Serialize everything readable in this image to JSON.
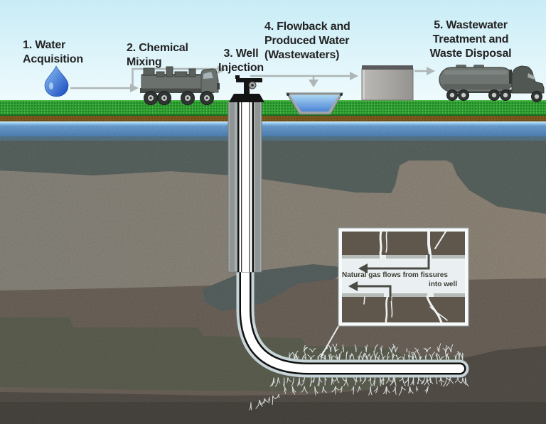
{
  "diagram": {
    "stages": [
      {
        "id": "1",
        "label": "1. Water\nAcquisition",
        "icon": "water-drop-icon"
      },
      {
        "id": "2",
        "label": "2. Chemical\nMixing",
        "icon": "chemical-truck-icon"
      },
      {
        "id": "3",
        "label": "3. Well\nInjection",
        "icon": "wellhead-valve-icon"
      },
      {
        "id": "4",
        "label": "4. Flowback and\nProduced Water\n(Wastewaters)",
        "icon": "wastewater-pond-icon"
      },
      {
        "id": "5",
        "label": "5. Wastewater\nTreatment and\nWaste Disposal",
        "icon": "tanker-truck-icon"
      }
    ],
    "inset": {
      "caption_line1": "Natural gas flows from fissures",
      "caption_line2": "into well"
    },
    "icons": {
      "water-drop-icon": "blue teardrop",
      "chemical-truck-icon": "gray equipment truck",
      "wellhead-valve-icon": "black well valve",
      "wastewater-pond-icon": "lined blue pit",
      "storage-tank-icon": "gray tank box",
      "tanker-truck-icon": "gray tanker semi-truck"
    },
    "colors": {
      "sky": "#cceef7",
      "grass": "#2f9e33",
      "soil_brown": "#7a591f",
      "aquifer_blue": "#6aa6de",
      "rock_teal": "#57635f",
      "rock_tan": "#93887a",
      "rock_olive": "#5c5f4e",
      "rock_dark": "#45403a",
      "arrow_gray": "#aeb6b6",
      "drop_blue": "#1d54c4",
      "pond_blue": "#4d85d5",
      "machinery_gray": "#6b716d",
      "pipe_white": "#ffffff",
      "valve_black": "#141414",
      "inset_bg": "#eaf0f1",
      "inset_rock": "#60574c"
    }
  }
}
